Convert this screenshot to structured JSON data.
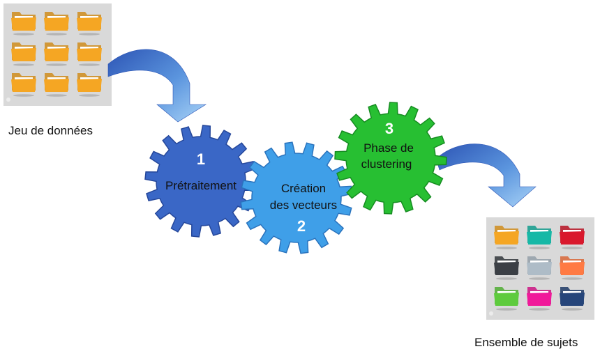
{
  "input_label": "Jeu de données",
  "output_label": "Ensemble de sujets",
  "steps": [
    {
      "number": "1",
      "lines": [
        "Prétraitement"
      ],
      "color": "#3a67c6",
      "edge": "#25479a"
    },
    {
      "number": "2",
      "lines": [
        "Création",
        "des vecteurs"
      ],
      "color": "#3f9fe8",
      "edge": "#2a73bd"
    },
    {
      "number": "3",
      "lines": [
        "Phase de",
        "clustering"
      ],
      "color": "#27bf32",
      "edge": "#168c21"
    }
  ],
  "input_folder_colors": [
    "#f5a623",
    "#f5a623",
    "#f5a623",
    "#f5a623",
    "#f5a623",
    "#f5a623",
    "#f5a623",
    "#f5a623",
    "#f5a623"
  ],
  "output_folder_colors": [
    "#f5a623",
    "#16b8a6",
    "#d9182c",
    "#3b3f45",
    "#aebcc7",
    "#ff7a43",
    "#5ecb3d",
    "#f0199a",
    "#26457a"
  ],
  "icons": {
    "folder": "folder-icon",
    "gear": "gear-icon",
    "arrow": "curved-arrow-icon"
  }
}
